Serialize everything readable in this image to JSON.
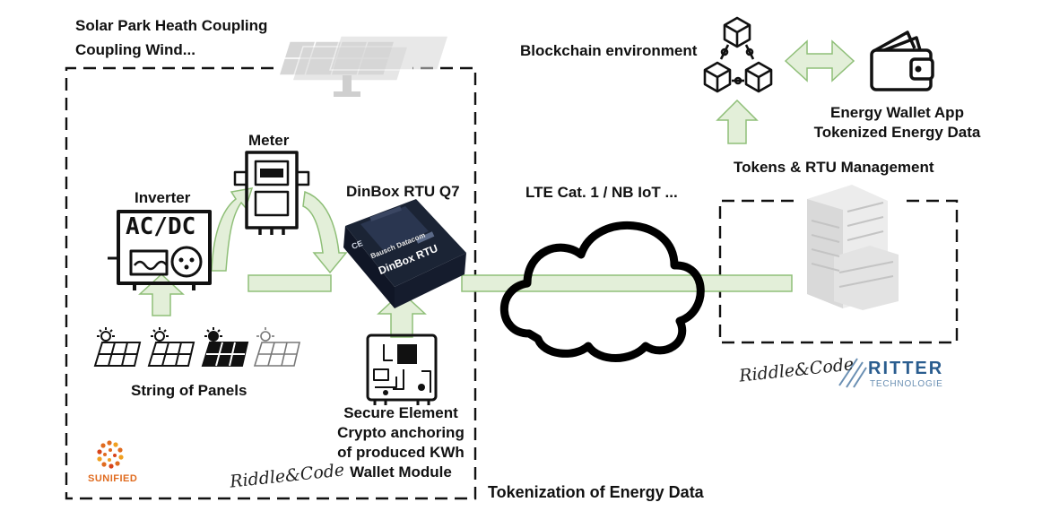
{
  "title": {
    "line1": "Solar Park Heath Coupling",
    "line2": "Coupling Wind..."
  },
  "labels": {
    "inverter": "Inverter",
    "inverter_display": "AC/DC",
    "meter": "Meter",
    "dinbox": "DinBox RTU Q7",
    "dinbox_brand": "Bausch Datacom",
    "dinbox_model": "DinBox RTU",
    "dinbox_mark": "CE",
    "string_of_panels": "String of Panels",
    "lte": "LTE Cat. 1 / NB IoT ...",
    "blockchain_env": "Blockchain environment",
    "tokens_rtu": "Tokens & RTU Management",
    "tokenization": "Tokenization of Energy Data"
  },
  "wallet_app": {
    "line1": "Energy Wallet App",
    "line2": "Tokenized Energy Data"
  },
  "secure_element": {
    "lines": [
      "Secure Element",
      "Crypto anchoring",
      "of produced KWh",
      "Wallet Module"
    ]
  },
  "logos": {
    "sunified": "SUNIFIED",
    "riddle_code_left": "Riddle&Code",
    "riddle_code_right": "Riddle&Code",
    "ritter_top": "RITTER",
    "ritter_bottom": "TECHNOLOGIE"
  },
  "colors": {
    "arrow_fill": "#e3efd9",
    "arrow_stroke": "#8fbf78",
    "dashed_border": "#111111",
    "ritter_blue": "#2a5d8f",
    "sunified_orange": "#e06b1f",
    "ghost_gray": "#cfcfcf"
  }
}
